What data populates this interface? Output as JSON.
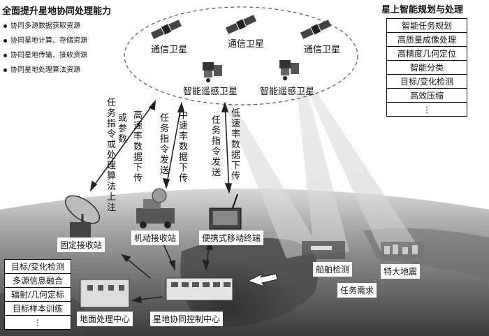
{
  "left_panel": {
    "title": "全面提升星地协同处理能力",
    "bullets": [
      "协同多源数据获取资源",
      "协同星地计算、存储资源",
      "协同星地传输、接收资源",
      "协同星地处理算法资源"
    ]
  },
  "right_panel": {
    "title": "星上智能规划与处理",
    "items": [
      "智能任务规划",
      "高质量成像处理",
      "高精度几何定位",
      "智能分类",
      "目标/变化检测",
      "高效压缩",
      "⋮"
    ]
  },
  "satellites": {
    "comm": [
      "通信卫星",
      "通信卫星",
      "通信卫星"
    ],
    "remote": [
      "智能遥感卫星",
      "智能遥感卫星"
    ]
  },
  "links": {
    "high_rate": [
      "任务指令或处理算法上注",
      "高速率数据下传",
      "或参数"
    ],
    "mid_rate": [
      "任务指令发送",
      "中速率数据下传"
    ],
    "low_rate": [
      "任务指令发送",
      "低速率数据下传"
    ]
  },
  "ground": {
    "fixed_station": "固定接收站",
    "mobile_station": "机动接收站",
    "portable_terminal": "便携式移动终端",
    "ship_detection": "船舶检测",
    "earthquake": "特大地震",
    "task_demand": "任务需求",
    "processing_center": "地面处理中心",
    "control_center": "星地协同控制中心"
  },
  "ground_capabilities": [
    "目标/变化检测",
    "多源信息融合",
    "辐射/几何定标",
    "目标样本训练",
    "⋮"
  ]
}
